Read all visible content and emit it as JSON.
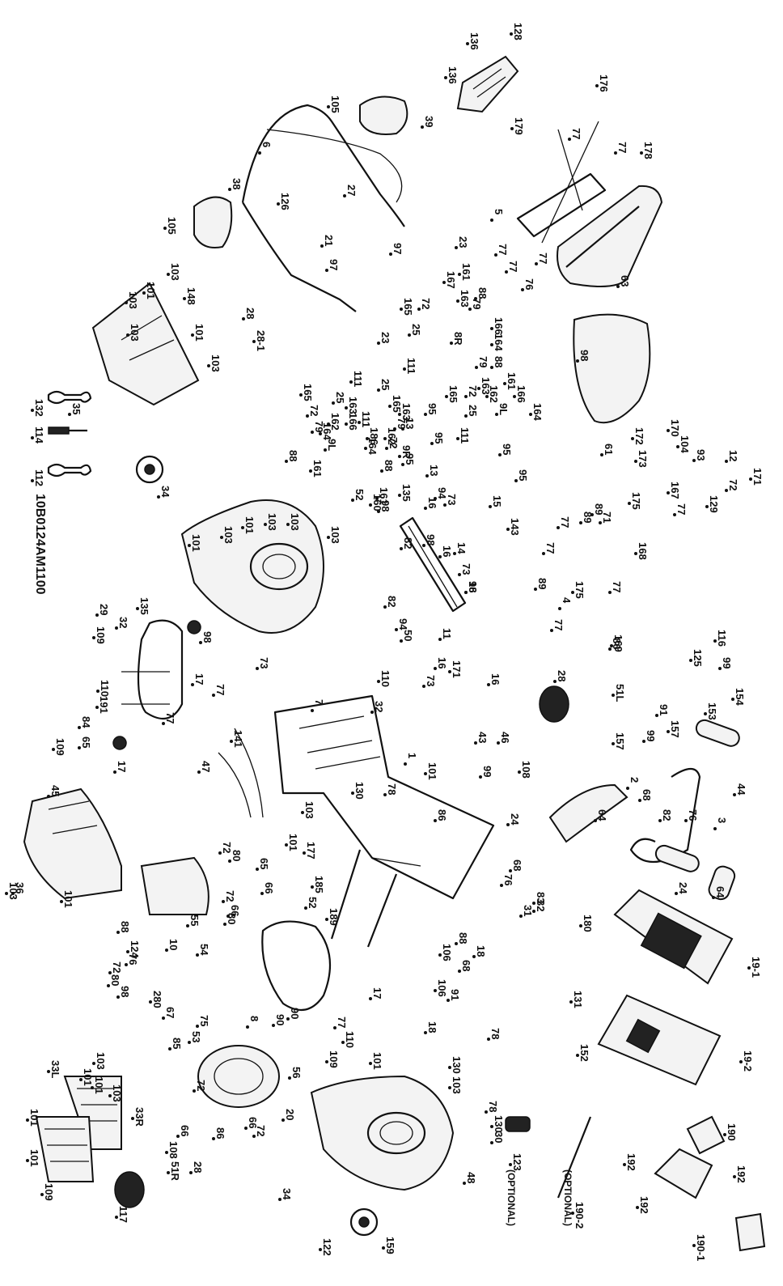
{
  "diagram": {
    "model_number": "10B0124AM1100",
    "optional_note": "(OPTIONAL)",
    "labels": [
      "128",
      "136",
      "136",
      "176",
      "179",
      "77",
      "77",
      "178",
      "39",
      "105",
      "6",
      "27",
      "126",
      "23",
      "21",
      "97",
      "97",
      "5",
      "77",
      "77",
      "77",
      "76",
      "63",
      "38",
      "105",
      "103",
      "101",
      "148",
      "103",
      "101",
      "103",
      "103",
      "28",
      "28-1",
      "23",
      "167",
      "161",
      "88",
      "163",
      "165",
      "72",
      "79",
      "166",
      "25",
      "8R",
      "111",
      "164",
      "88",
      "161",
      "79",
      "163",
      "166",
      "165",
      "72",
      "162",
      "25",
      "164",
      "9L",
      "111",
      "98",
      "61",
      "111",
      "166",
      "25",
      "165",
      "72",
      "164",
      "9L",
      "163",
      "162",
      "79",
      "88",
      "161",
      "111",
      "186",
      "25",
      "165",
      "72",
      "79",
      "9R",
      "88",
      "164",
      "162",
      "161",
      "163",
      "95",
      "13",
      "95",
      "95",
      "13",
      "95",
      "95",
      "15",
      "143",
      "172",
      "170",
      "104",
      "93",
      "173",
      "12",
      "171",
      "72",
      "167",
      "129",
      "132",
      "114",
      "112",
      "35",
      "34",
      "101",
      "103",
      "101",
      "103",
      "103",
      "103",
      "135",
      "160",
      "52",
      "94",
      "16",
      "73",
      "98",
      "14",
      "16",
      "16",
      "73",
      "98",
      "175",
      "71",
      "89",
      "77",
      "77",
      "89",
      "77",
      "77",
      "169",
      "168",
      "175",
      "4",
      "77",
      "89",
      "171",
      "16",
      "73",
      "98",
      "82",
      "82",
      "94",
      "50",
      "11",
      "16",
      "73",
      "98",
      "135",
      "29",
      "32",
      "109",
      "77",
      "17",
      "110",
      "191",
      "84",
      "65",
      "109",
      "77",
      "17",
      "110",
      "7",
      "32",
      "103",
      "130",
      "78",
      "1",
      "101",
      "43",
      "46",
      "99",
      "108",
      "28",
      "86",
      "51L",
      "116",
      "125",
      "99",
      "91",
      "153",
      "157",
      "99",
      "157",
      "154",
      "44",
      "64",
      "24",
      "2",
      "68",
      "76",
      "82",
      "3",
      "24",
      "64",
      "141",
      "47",
      "45",
      "36",
      "101",
      "101",
      "177",
      "185",
      "52",
      "189",
      "86",
      "32",
      "83",
      "68",
      "76",
      "31",
      "88",
      "106",
      "18",
      "68",
      "91",
      "106",
      "18",
      "180",
      "19-1",
      "131",
      "19-2",
      "152",
      "72",
      "80",
      "65",
      "66",
      "72",
      "66",
      "80",
      "55",
      "54",
      "88",
      "124",
      "10",
      "76",
      "72",
      "80",
      "98",
      "280",
      "67",
      "75",
      "53",
      "85",
      "8",
      "90",
      "90",
      "56",
      "20",
      "72",
      "66",
      "86",
      "72",
      "66",
      "108",
      "28",
      "51R",
      "117",
      "33L",
      "103",
      "101",
      "103",
      "101",
      "33R",
      "101",
      "101",
      "109",
      "17",
      "77",
      "110",
      "109",
      "101",
      "103",
      "78",
      "130",
      "103",
      "78",
      "130",
      "30",
      "48",
      "34",
      "159",
      "122",
      "123",
      "190-2",
      "190",
      "192",
      "192",
      "192",
      "190-1"
    ]
  }
}
